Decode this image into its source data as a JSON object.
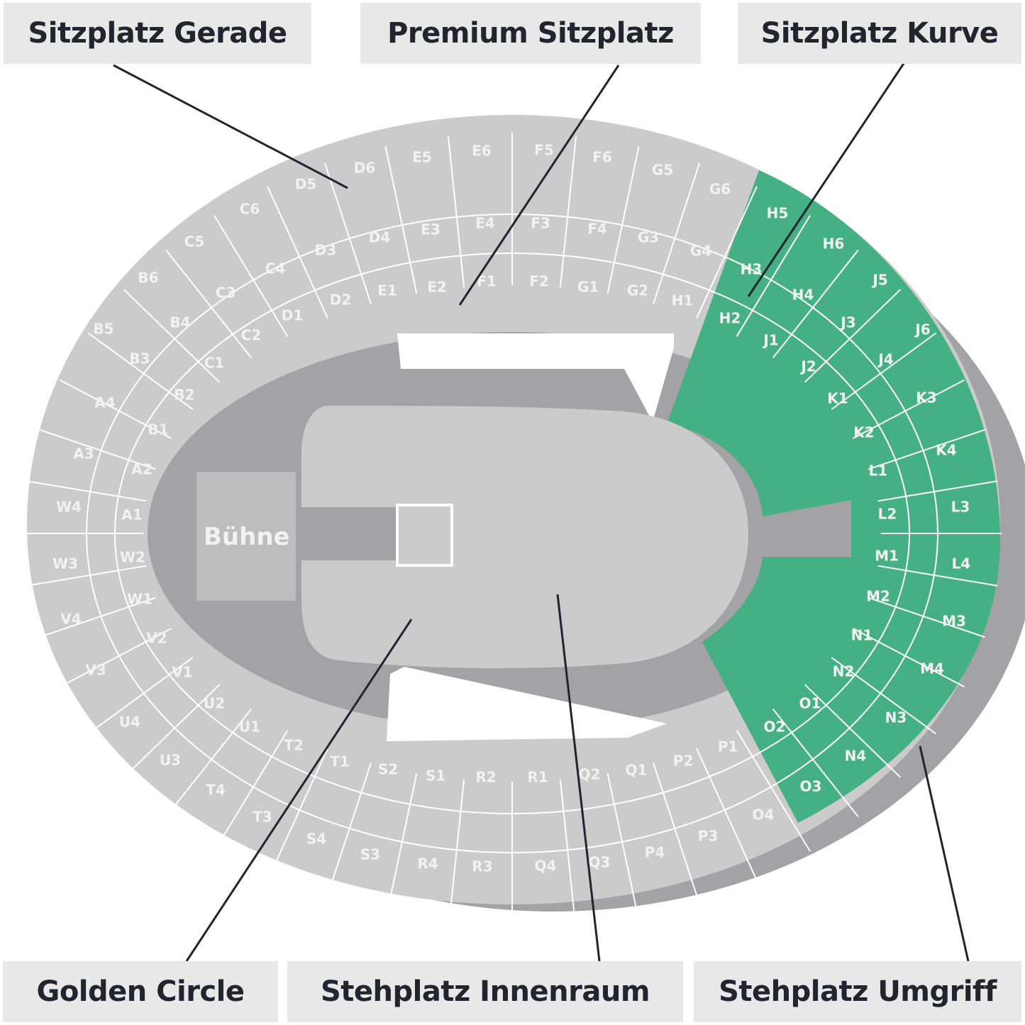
{
  "callouts": {
    "sitzplatz_gerade": "Sitzplatz Gerade",
    "premium_sitzplatz": "Premium Sitzplatz",
    "sitzplatz_kurve": "Sitzplatz Kurve",
    "golden_circle": "Golden Circle",
    "stehplatz_innenraum": "Stehplatz Innenraum",
    "stehplatz_umgriff": "Stehplatz Umgriff"
  },
  "stage": {
    "label": "Bühne"
  },
  "colors": {
    "seat_grey": "#cbcbcb",
    "highlight_green": "#44b084",
    "shadow_grey": "#a3a3a5",
    "label_text_grey": "#f2f2f2",
    "callout_bg": "#e8e8e8",
    "callout_text": "#23252e",
    "leader_line": "#23252e"
  },
  "highlighted_zone": "Sitzplatz Kurve",
  "sections": [
    {
      "id": "D6",
      "zone": "grey"
    },
    {
      "id": "E5",
      "zone": "grey"
    },
    {
      "id": "E6",
      "zone": "grey"
    },
    {
      "id": "F5",
      "zone": "grey"
    },
    {
      "id": "F6",
      "zone": "grey"
    },
    {
      "id": "G5",
      "zone": "grey"
    },
    {
      "id": "G6",
      "zone": "grey"
    },
    {
      "id": "D5",
      "zone": "grey"
    },
    {
      "id": "C6",
      "zone": "grey"
    },
    {
      "id": "C5",
      "zone": "grey"
    },
    {
      "id": "B6",
      "zone": "grey"
    },
    {
      "id": "B5",
      "zone": "grey"
    },
    {
      "id": "D4",
      "zone": "grey"
    },
    {
      "id": "E3",
      "zone": "grey"
    },
    {
      "id": "E4",
      "zone": "grey"
    },
    {
      "id": "F3",
      "zone": "grey"
    },
    {
      "id": "F4",
      "zone": "grey"
    },
    {
      "id": "G3",
      "zone": "grey"
    },
    {
      "id": "G4",
      "zone": "grey"
    },
    {
      "id": "D3",
      "zone": "grey"
    },
    {
      "id": "C4",
      "zone": "grey"
    },
    {
      "id": "C3",
      "zone": "grey"
    },
    {
      "id": "B4",
      "zone": "grey"
    },
    {
      "id": "B3",
      "zone": "grey"
    },
    {
      "id": "E1",
      "zone": "grey"
    },
    {
      "id": "E2",
      "zone": "grey"
    },
    {
      "id": "F1",
      "zone": "grey"
    },
    {
      "id": "F2",
      "zone": "grey"
    },
    {
      "id": "G1",
      "zone": "grey"
    },
    {
      "id": "G2",
      "zone": "grey"
    },
    {
      "id": "H1",
      "zone": "grey"
    },
    {
      "id": "D2",
      "zone": "grey"
    },
    {
      "id": "D1",
      "zone": "grey"
    },
    {
      "id": "C2",
      "zone": "grey"
    },
    {
      "id": "C1",
      "zone": "grey"
    },
    {
      "id": "B2",
      "zone": "grey"
    },
    {
      "id": "B1",
      "zone": "grey"
    },
    {
      "id": "A4",
      "zone": "grey"
    },
    {
      "id": "A3",
      "zone": "grey"
    },
    {
      "id": "A2",
      "zone": "grey"
    },
    {
      "id": "A1",
      "zone": "grey"
    },
    {
      "id": "W4",
      "zone": "grey"
    },
    {
      "id": "W3",
      "zone": "grey"
    },
    {
      "id": "W2",
      "zone": "grey"
    },
    {
      "id": "W1",
      "zone": "grey"
    },
    {
      "id": "V4",
      "zone": "grey"
    },
    {
      "id": "V3",
      "zone": "grey"
    },
    {
      "id": "V2",
      "zone": "grey"
    },
    {
      "id": "V1",
      "zone": "grey"
    },
    {
      "id": "U4",
      "zone": "grey"
    },
    {
      "id": "U3",
      "zone": "grey"
    },
    {
      "id": "U2",
      "zone": "grey"
    },
    {
      "id": "U1",
      "zone": "grey"
    },
    {
      "id": "T4",
      "zone": "grey"
    },
    {
      "id": "T3",
      "zone": "grey"
    },
    {
      "id": "T2",
      "zone": "grey"
    },
    {
      "id": "T1",
      "zone": "grey"
    },
    {
      "id": "S4",
      "zone": "grey"
    },
    {
      "id": "S3",
      "zone": "grey"
    },
    {
      "id": "S2",
      "zone": "grey"
    },
    {
      "id": "S1",
      "zone": "grey"
    },
    {
      "id": "R4",
      "zone": "grey"
    },
    {
      "id": "R3",
      "zone": "grey"
    },
    {
      "id": "R2",
      "zone": "grey"
    },
    {
      "id": "R1",
      "zone": "grey"
    },
    {
      "id": "Q4",
      "zone": "grey"
    },
    {
      "id": "Q3",
      "zone": "grey"
    },
    {
      "id": "Q2",
      "zone": "grey"
    },
    {
      "id": "Q1",
      "zone": "grey"
    },
    {
      "id": "P4",
      "zone": "grey"
    },
    {
      "id": "P3",
      "zone": "grey"
    },
    {
      "id": "P2",
      "zone": "grey"
    },
    {
      "id": "P1",
      "zone": "grey"
    },
    {
      "id": "O4",
      "zone": "grey"
    },
    {
      "id": "H5",
      "zone": "green"
    },
    {
      "id": "H6",
      "zone": "green"
    },
    {
      "id": "H3",
      "zone": "green"
    },
    {
      "id": "H4",
      "zone": "green"
    },
    {
      "id": "H2",
      "zone": "green"
    },
    {
      "id": "J5",
      "zone": "green"
    },
    {
      "id": "J6",
      "zone": "green"
    },
    {
      "id": "J3",
      "zone": "green"
    },
    {
      "id": "J4",
      "zone": "green"
    },
    {
      "id": "J1",
      "zone": "green"
    },
    {
      "id": "J2",
      "zone": "green"
    },
    {
      "id": "K1",
      "zone": "green"
    },
    {
      "id": "K3",
      "zone": "green"
    },
    {
      "id": "K2",
      "zone": "green"
    },
    {
      "id": "K4",
      "zone": "green"
    },
    {
      "id": "L1",
      "zone": "green"
    },
    {
      "id": "L3",
      "zone": "green"
    },
    {
      "id": "L2",
      "zone": "green"
    },
    {
      "id": "L4",
      "zone": "green"
    },
    {
      "id": "M1",
      "zone": "green"
    },
    {
      "id": "M2",
      "zone": "green"
    },
    {
      "id": "M3",
      "zone": "green"
    },
    {
      "id": "M4",
      "zone": "green"
    },
    {
      "id": "N1",
      "zone": "green"
    },
    {
      "id": "N2",
      "zone": "green"
    },
    {
      "id": "N3",
      "zone": "green"
    },
    {
      "id": "N4",
      "zone": "green"
    },
    {
      "id": "O1",
      "zone": "green"
    },
    {
      "id": "O2",
      "zone": "green"
    },
    {
      "id": "O3",
      "zone": "green"
    }
  ]
}
